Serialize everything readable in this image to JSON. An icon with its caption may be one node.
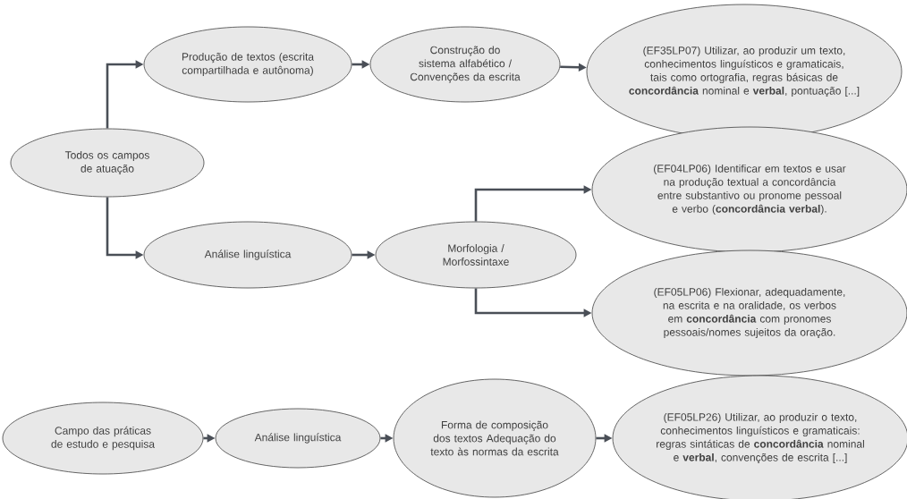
{
  "diagram": {
    "nodes": [
      {
        "text": [
          "Todos os campos de atuação"
        ]
      },
      {
        "text": [
          "Produção de textos (escrita compartilhada e autônoma)"
        ]
      },
      {
        "text": [
          "Construção do sistema alfabético / Convenções da escrita"
        ]
      },
      {
        "text": [
          "(EF35LP07) Utilizar, ao produzir um texto, conhecimentos linguísticos e gramaticais, tais como ortografia, regras básicas de **concordância** nominal e **verbal**, pontuação [...]"
        ]
      },
      {
        "text": [
          "Análise linguística"
        ]
      },
      {
        "text": [
          "Morfologia / Morfossintaxe"
        ]
      },
      {
        "text": [
          "(EF04LP06) Identificar em textos e usar na produção textual a concordância entre substantivo ou pronome pessoal e verbo (**concordância verbal**)."
        ]
      },
      {
        "text": [
          "(EF05LP06) Flexionar, adequadamente, na escrita e na oralidade, os verbos em **concordância** com pronomes pessoais/nomes sujeitos da oração."
        ]
      },
      {
        "text": [
          "Campo das práticas de estudo e pesquisa"
        ]
      },
      {
        "text": [
          "Análise linguística"
        ]
      },
      {
        "text": [
          "Forma de composição dos textos Adequação do texto às normas da escrita"
        ]
      },
      {
        "text": [
          "(EF05LP26) Utilizar, ao produzir o texto, conhecimentos linguísticos e gramaticais: regras sintáticas de **concordância** nominal e **verbal**, convenções de escrita [...]"
        ]
      }
    ],
    "edges": [
      {
        "from": 0,
        "to": 1,
        "arrow": "to"
      },
      {
        "from": 0,
        "to": 4,
        "arrow": "to"
      },
      {
        "from": 1,
        "to": 2,
        "arrow": "to"
      },
      {
        "from": 2,
        "to": 3,
        "arrow": "to"
      },
      {
        "from": 4,
        "to": 5,
        "arrow": "to"
      },
      {
        "from": 5,
        "to": 6,
        "arrow": "to"
      },
      {
        "from": 5,
        "to": 7,
        "arrow": "to"
      },
      {
        "from": 8,
        "to": 9,
        "arrow": "to"
      },
      {
        "from": 9,
        "to": 10,
        "arrow": "to"
      },
      {
        "from": 10,
        "to": 11,
        "arrow": "to"
      }
    ]
  }
}
